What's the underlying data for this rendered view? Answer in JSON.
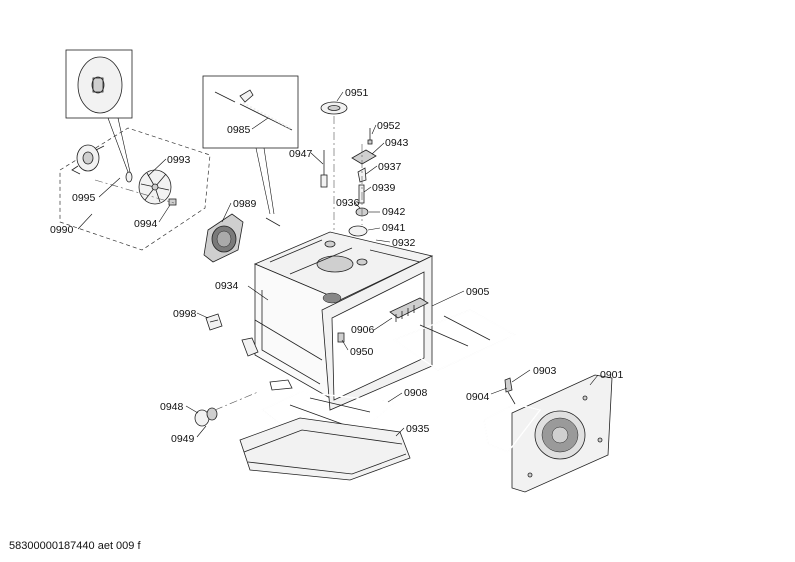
{
  "diagram": {
    "labels": {
      "p0901": "0901",
      "p0903": "0903",
      "p0904": "0904",
      "p0905": "0905",
      "p0906": "0906",
      "p0908": "0908",
      "p0932": "0932",
      "p0934": "0934",
      "p0935": "0935",
      "p0936": "0936",
      "p0937": "0937",
      "p0939": "0939",
      "p0941": "0941",
      "p0942": "0942",
      "p0943": "0943",
      "p0947": "0947",
      "p0948": "0948",
      "p0949": "0949",
      "p0950": "0950",
      "p0951": "0951",
      "p0952": "0952",
      "p0985": "0985",
      "p0989": "0989",
      "p0990": "0990",
      "p0993": "0993",
      "p0994": "0994",
      "p0995": "0995",
      "p0998": "0998"
    }
  },
  "footer": {
    "code": "58300000187440 aet 009 f"
  }
}
